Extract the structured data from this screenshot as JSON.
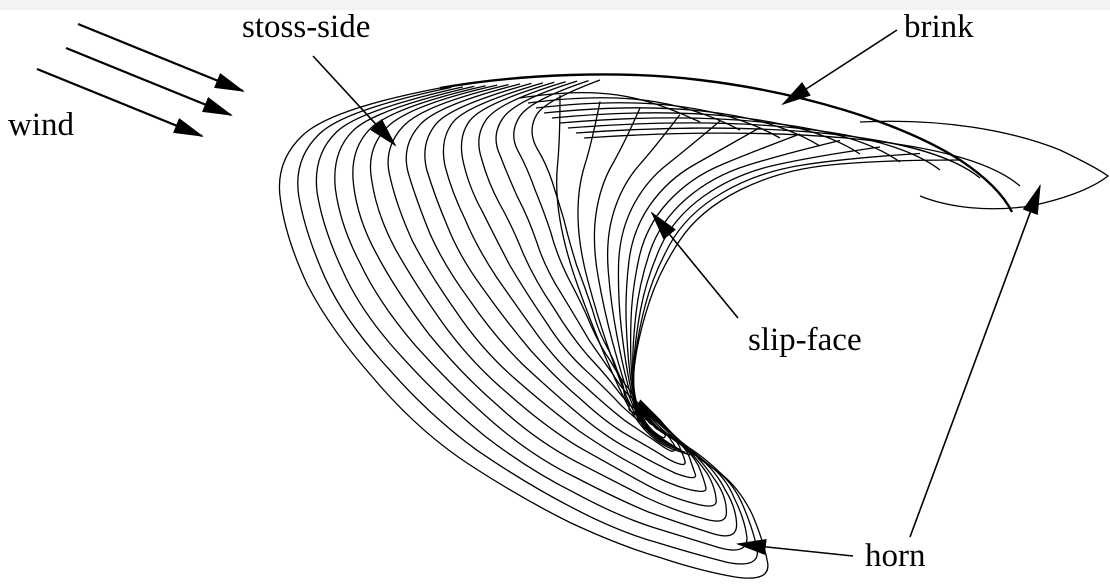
{
  "labels": {
    "wind": "wind",
    "stoss_side": "stoss-side",
    "brink": "brink",
    "slip_face": "slip-face",
    "horn": "horn"
  },
  "colors": {
    "ink": "#000000",
    "background": "#ffffff",
    "frame": "#f3f3f3"
  }
}
